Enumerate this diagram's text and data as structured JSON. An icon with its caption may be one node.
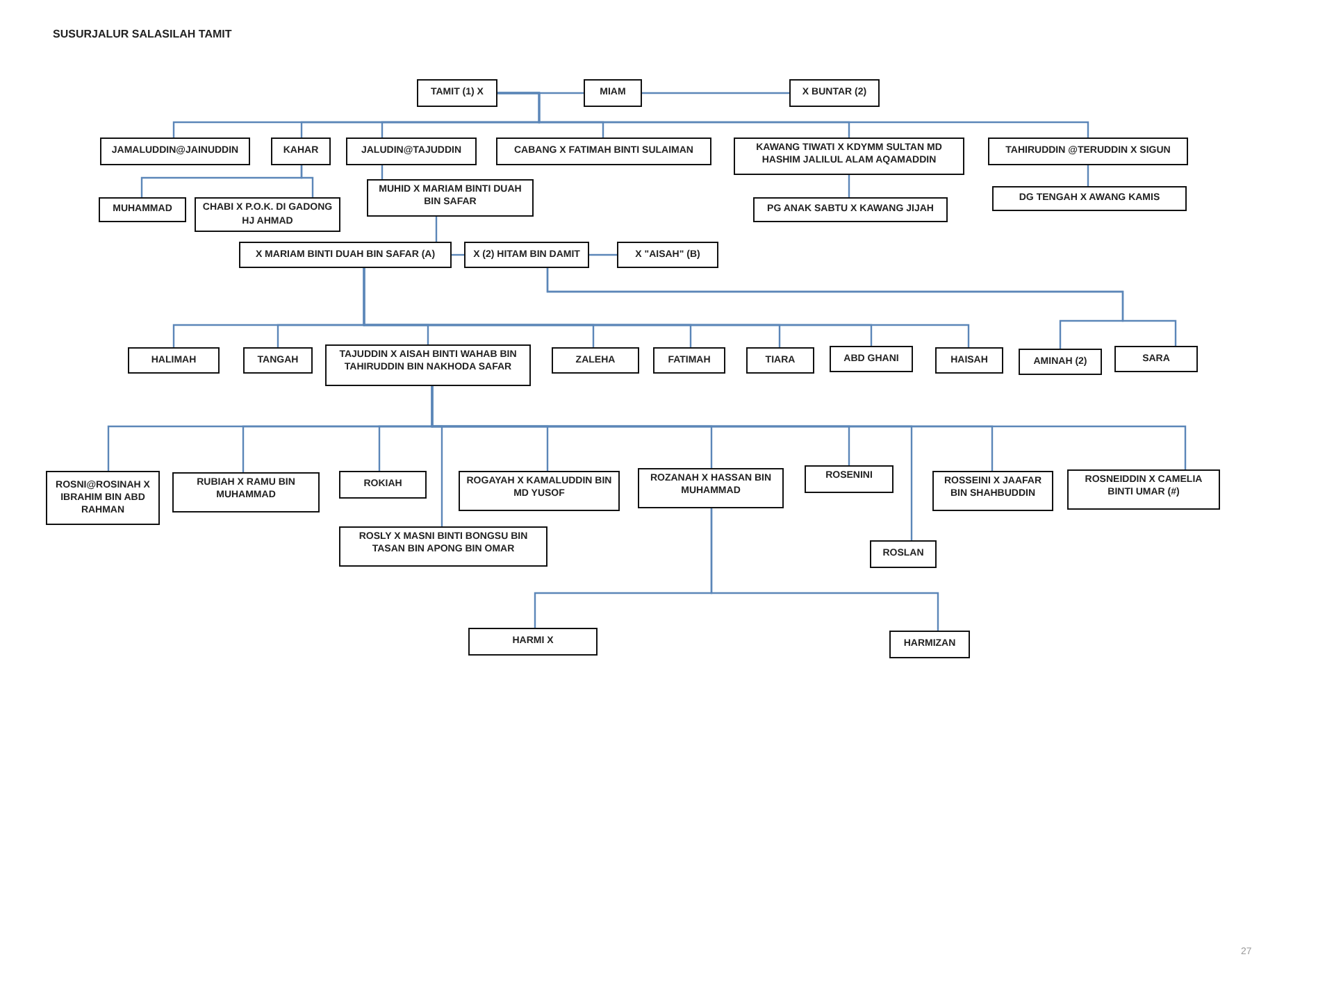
{
  "diagram": {
    "title": "SUSURJALUR SALASILAH TAMIT",
    "nodes": [
      {
        "text": [
          "TAMIT (1) X"
        ]
      },
      {
        "text": [
          "MIAM"
        ]
      },
      {
        "text": [
          "X BUNTAR (2)"
        ]
      },
      {
        "text": [
          "JAMALUDDIN@JAINUDDIN"
        ]
      },
      {
        "text": [
          "KAHAR"
        ]
      },
      {
        "text": [
          "JALUDIN@TAJUDDIN"
        ]
      },
      {
        "text": [
          "CABANG X  FATIMAH BINTI SULAIMAN"
        ]
      },
      {
        "text": [
          "KAWANG TIWATI  X KDYMM SULTAN MD HASHIM JALILUL ALAM AQAMADDIN"
        ]
      },
      {
        "text": [
          "TAHIRUDDIN @TERUDDIN X SIGUN"
        ]
      },
      {
        "text": [
          "MUHAMMAD"
        ]
      },
      {
        "text": [
          "CHABI X P.O.K. DI GADONG HJ AHMAD"
        ]
      },
      {
        "text": [
          "MUHID X MARIAM BINTI  DUAH BIN SAFAR"
        ]
      },
      {
        "text": [
          "PG ANAK SABTU X KAWANG JIJAH"
        ]
      },
      {
        "text": [
          "DG TENGAH X AWANG KAMIS"
        ]
      },
      {
        "text": [
          "X MARIAM BINTI DUAH BIN SAFAR (A)"
        ]
      },
      {
        "text": [
          "X (2) HITAM BIN DAMIT"
        ]
      },
      {
        "text": [
          "X \"AISAH\" (B)"
        ]
      },
      {
        "text": [
          "HALIMAH"
        ]
      },
      {
        "text": [
          "TANGAH"
        ]
      },
      {
        "text": [
          "TAJUDDIN X AISAH BINTI  WAHAB BIN TAHIRUDDIN BIN NAKHODA SAFAR"
        ]
      },
      {
        "text": [
          "ZALEHA"
        ]
      },
      {
        "text": [
          "FATIMAH"
        ]
      },
      {
        "text": [
          "TIARA"
        ]
      },
      {
        "text": [
          "ABD GHANI"
        ]
      },
      {
        "text": [
          "HAISAH"
        ]
      },
      {
        "text": [
          "AMINAH (2)"
        ]
      },
      {
        "text": [
          "SARA"
        ]
      },
      {
        "text": [
          "ROSNI@ROSINAH X IBRAHIM BIN ABD RAHMAN"
        ]
      },
      {
        "text": [
          "RUBIAH X RAMU BIN MUHAMMAD"
        ]
      },
      {
        "text": [
          "ROKIAH"
        ]
      },
      {
        "text": [
          "ROGAYAH X KAMALUDDIN BIN MD YUSOF"
        ]
      },
      {
        "text": [
          "ROSLY X MASNI BINTI BONGSU BIN TASAN BIN APONG BIN OMAR"
        ]
      },
      {
        "text": [
          "ROZANAH X HASSAN BIN MUHAMMAD"
        ]
      },
      {
        "text": [
          "ROSENINI"
        ]
      },
      {
        "text": [
          "ROSLAN"
        ]
      },
      {
        "text": [
          "ROSSEINI X JAAFAR BIN SHAHBUDDIN"
        ]
      },
      {
        "text": [
          "ROSNEIDDIN X CAMELIA BINTI UMAR (#)"
        ]
      },
      {
        "text": [
          "HARMI X"
        ]
      },
      {
        "text": [
          "HARMIZAN"
        ]
      }
    ],
    "edges": [
      {
        "from": 0,
        "to": 1,
        "arrow": "none"
      },
      {
        "from": 1,
        "to": 2,
        "arrow": "none"
      },
      {
        "from": 0,
        "to": 3,
        "arrow": "none"
      },
      {
        "from": 0,
        "to": 4,
        "arrow": "none"
      },
      {
        "from": 0,
        "to": 5,
        "arrow": "none"
      },
      {
        "from": 0,
        "to": 6,
        "arrow": "none"
      },
      {
        "from": 0,
        "to": 7,
        "arrow": "none"
      },
      {
        "from": 0,
        "to": 8,
        "arrow": "none"
      },
      {
        "from": 4,
        "to": 9,
        "arrow": "none"
      },
      {
        "from": 4,
        "to": 10,
        "arrow": "none"
      },
      {
        "from": 5,
        "to": 11,
        "arrow": "none"
      },
      {
        "from": 7,
        "to": 12,
        "arrow": "none"
      },
      {
        "from": 8,
        "to": 13,
        "arrow": "none"
      },
      {
        "from": 11,
        "to": 14,
        "arrow": "none"
      },
      {
        "from": 14,
        "to": 15,
        "arrow": "none"
      },
      {
        "from": 15,
        "to": 16,
        "arrow": "none"
      },
      {
        "from": 14,
        "to": 17,
        "arrow": "none"
      },
      {
        "from": 14,
        "to": 18,
        "arrow": "none"
      },
      {
        "from": 14,
        "to": 19,
        "arrow": "none"
      },
      {
        "from": 14,
        "to": 20,
        "arrow": "none"
      },
      {
        "from": 14,
        "to": 21,
        "arrow": "none"
      },
      {
        "from": 14,
        "to": 22,
        "arrow": "none"
      },
      {
        "from": 14,
        "to": 23,
        "arrow": "none"
      },
      {
        "from": 14,
        "to": 24,
        "arrow": "none"
      },
      {
        "from": 15,
        "to": 25,
        "arrow": "none"
      },
      {
        "from": 15,
        "to": 26,
        "arrow": "none"
      },
      {
        "from": 19,
        "to": 27,
        "arrow": "none"
      },
      {
        "from": 19,
        "to": 28,
        "arrow": "none"
      },
      {
        "from": 19,
        "to": 29,
        "arrow": "none"
      },
      {
        "from": 19,
        "to": 30,
        "arrow": "none"
      },
      {
        "from": 19,
        "to": 31,
        "arrow": "none"
      },
      {
        "from": 19,
        "to": 32,
        "arrow": "none"
      },
      {
        "from": 19,
        "to": 33,
        "arrow": "none"
      },
      {
        "from": 19,
        "to": 34,
        "arrow": "none"
      },
      {
        "from": 19,
        "to": 35,
        "arrow": "none"
      },
      {
        "from": 19,
        "to": 36,
        "arrow": "none"
      },
      {
        "from": 32,
        "to": 37,
        "arrow": "none"
      },
      {
        "from": 32,
        "to": 38,
        "arrow": "none"
      }
    ],
    "labels": [
      "27"
    ]
  }
}
